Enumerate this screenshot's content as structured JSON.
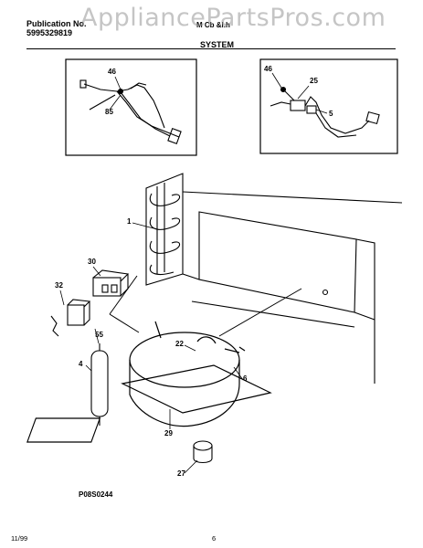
{
  "header": {
    "publication_label": "Publication No.",
    "publication_number": "5995329819",
    "model_fragment": "M Cb &l.h",
    "section_title": "SYSTEM"
  },
  "watermark": "AppliancePartsPros.com",
  "callouts": {
    "c46_left": "46",
    "c85": "85",
    "c46_right": "46",
    "c25": "25",
    "c5": "5",
    "c1": "1",
    "c30": "30",
    "c32": "32",
    "c55": "55",
    "c4": "4",
    "c22": "22",
    "c6": "6",
    "c29": "29",
    "c27": "27"
  },
  "footer": {
    "diagram_code": "P08S0244",
    "date": "11/99",
    "page_number": "6"
  }
}
